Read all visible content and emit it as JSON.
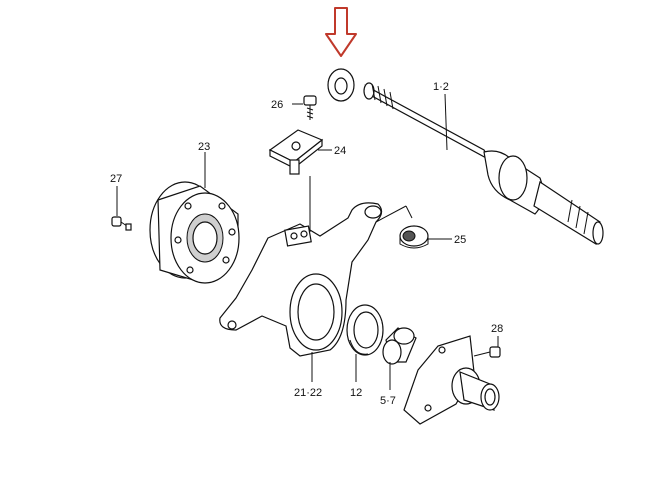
{
  "arrow_color": "#c0392b",
  "callouts": {
    "shaft": "1·2",
    "bolt_26": "26",
    "plate_24": "24",
    "hub_23": "23",
    "bolt_27": "27",
    "bearing_25": "25",
    "knuckle": "21·22",
    "seal_12": "12",
    "bushing": "5·7",
    "bolt_28": "28"
  }
}
